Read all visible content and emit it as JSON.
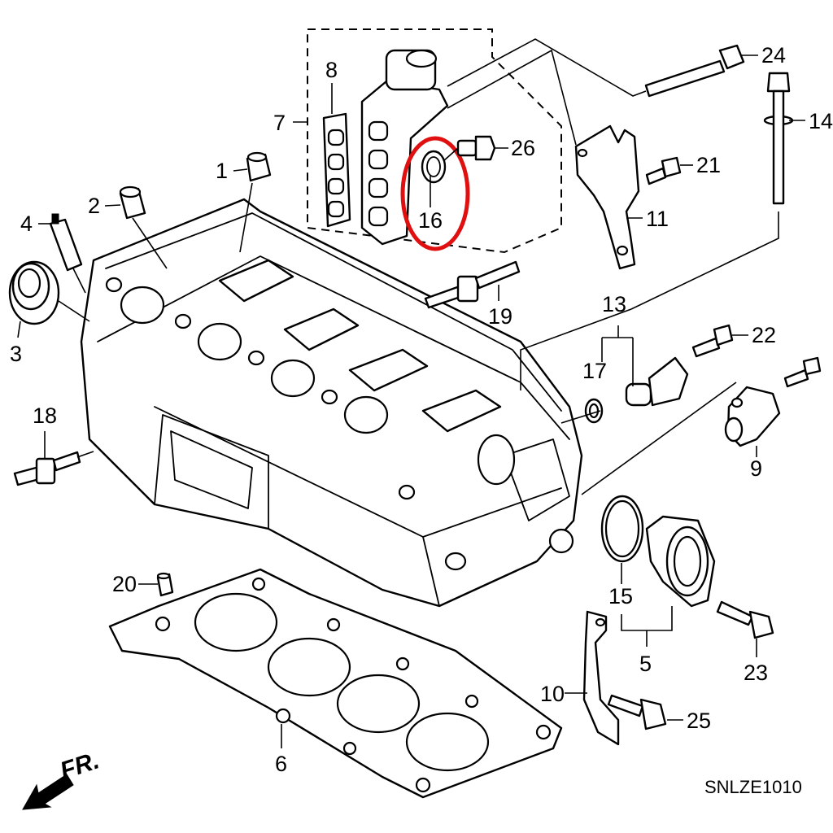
{
  "callouts": {
    "c1": "1",
    "c2": "2",
    "c3": "3",
    "c4": "4",
    "c5": "5",
    "c6": "6",
    "c7": "7",
    "c8": "8",
    "c9": "9",
    "c10": "10",
    "c11": "11",
    "c12_13": "13",
    "c14": "14",
    "c15": "15",
    "c16": "16",
    "c17": "17",
    "c18": "18",
    "c19": "19",
    "c20": "20",
    "c21": "21",
    "c22": "22",
    "c23": "23",
    "c24": "24",
    "c25": "25",
    "c26": "26"
  },
  "direction_label": "FR.",
  "diagram_code": "SNLZE1010",
  "highlight_color": "#e01010"
}
